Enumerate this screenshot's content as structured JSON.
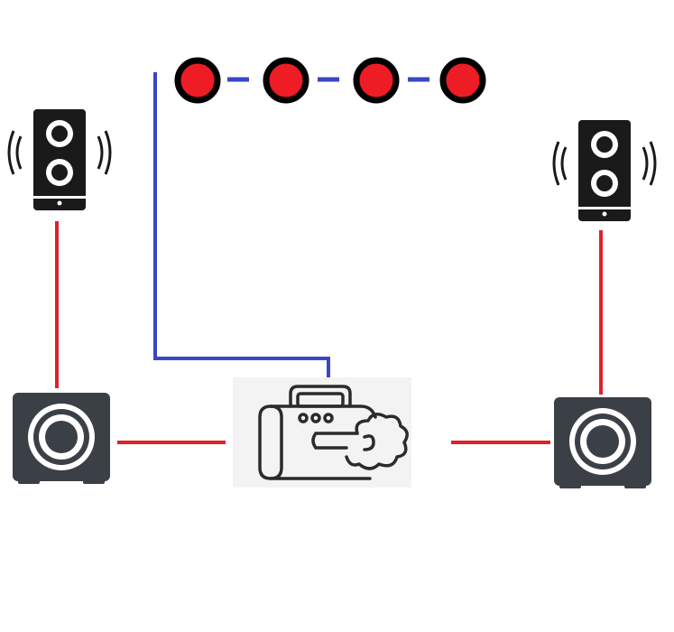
{
  "colors": {
    "dmx_line": "#3a47c4",
    "audio_line": "#e0202a",
    "light_fill": "#ee1c25",
    "speaker_body": "#1a1a1a",
    "subwoofer_body": "#3b3f46",
    "fog_bg": "#f3f3f3",
    "fog_stroke": "#2b2b2b"
  },
  "nodes": [
    {
      "id": "speaker-left",
      "icon": "speaker-icon"
    },
    {
      "id": "speaker-right",
      "icon": "speaker-icon"
    },
    {
      "id": "subwoofer-left",
      "icon": "subwoofer-icon"
    },
    {
      "id": "subwoofer-right",
      "icon": "subwoofer-icon"
    },
    {
      "id": "fog-machine",
      "icon": "fog-machine-icon"
    },
    {
      "id": "light-chain",
      "icon": "light-icon",
      "count": 4
    }
  ]
}
